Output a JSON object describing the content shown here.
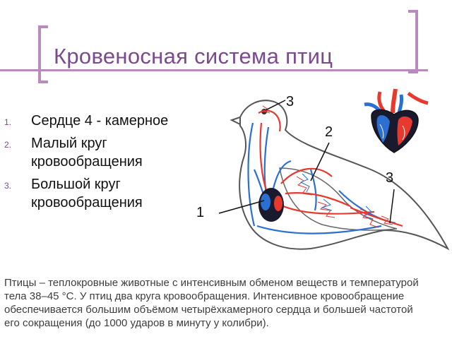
{
  "title": "Кровеносная система птиц",
  "points": [
    {
      "num": "1.",
      "text": "Сердце 4 - камерное"
    },
    {
      "num": "2.",
      "text": "Малый круг кровообращения"
    },
    {
      "num": "3.",
      "text": "Большой круг кровообращения"
    }
  ],
  "callouts": {
    "one": "1",
    "two": "2",
    "three_top": "3",
    "three_tail": "3"
  },
  "body_text": "Птицы – теплокровные животные с интенсивным обменом веществ и температурой тела 38–45 °С. У птиц два круга кровообращения. Интенсивное кровообращение обеспечивается большим объёмом четырёхкамерного сердца и большей частотой его сокращения (до 1000 ударов в минуту у колибри).",
  "colors": {
    "accent": "#b98bbd",
    "title": "#7b4a8e",
    "arterial": "#e8392f",
    "venous": "#2b6fd1",
    "heart": "#1a1a2e"
  }
}
